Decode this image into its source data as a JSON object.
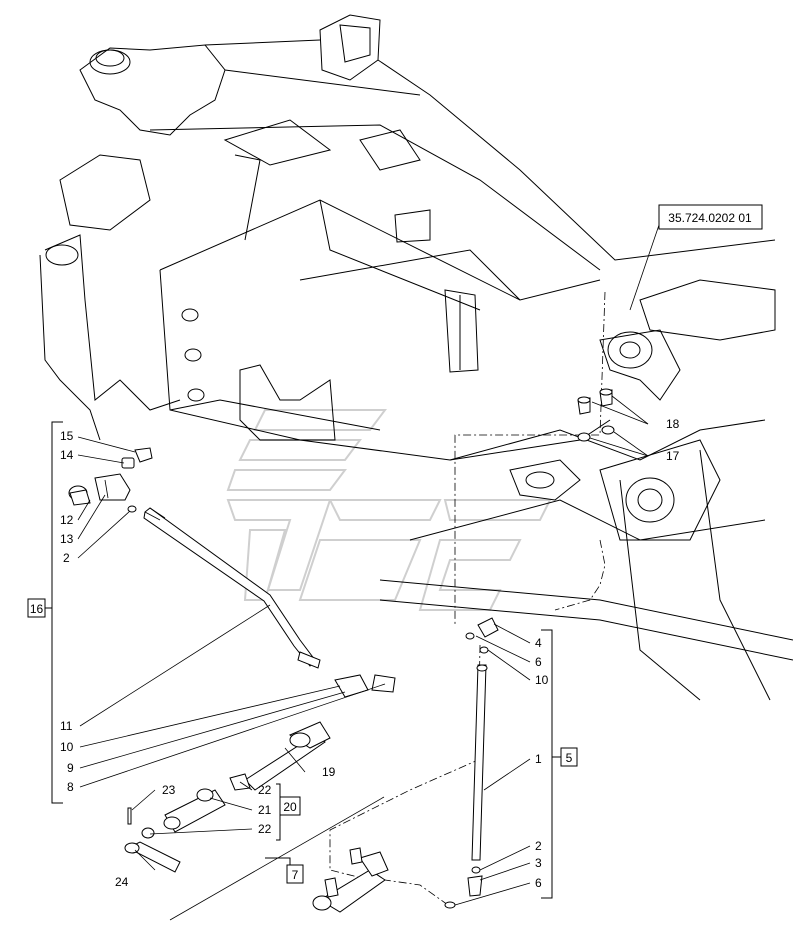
{
  "reference": "35.724.0202 01",
  "groups": {
    "g16": "16",
    "g5": "5",
    "g20": "20",
    "g7": "7"
  },
  "callouts": {
    "c15": "15",
    "c14": "14",
    "c12": "12",
    "c13": "13",
    "c2a": "2",
    "c11": "11",
    "c10a": "10",
    "c9": "9",
    "c8": "8",
    "c19": "19",
    "c22a": "22",
    "c21": "21",
    "c22b": "22",
    "c23": "23",
    "c24": "24",
    "c18": "18",
    "c17": "17",
    "c4": "4",
    "c6a": "6",
    "c10b": "10",
    "c1": "1",
    "c2b": "2",
    "c3": "3",
    "c6b": "6"
  }
}
